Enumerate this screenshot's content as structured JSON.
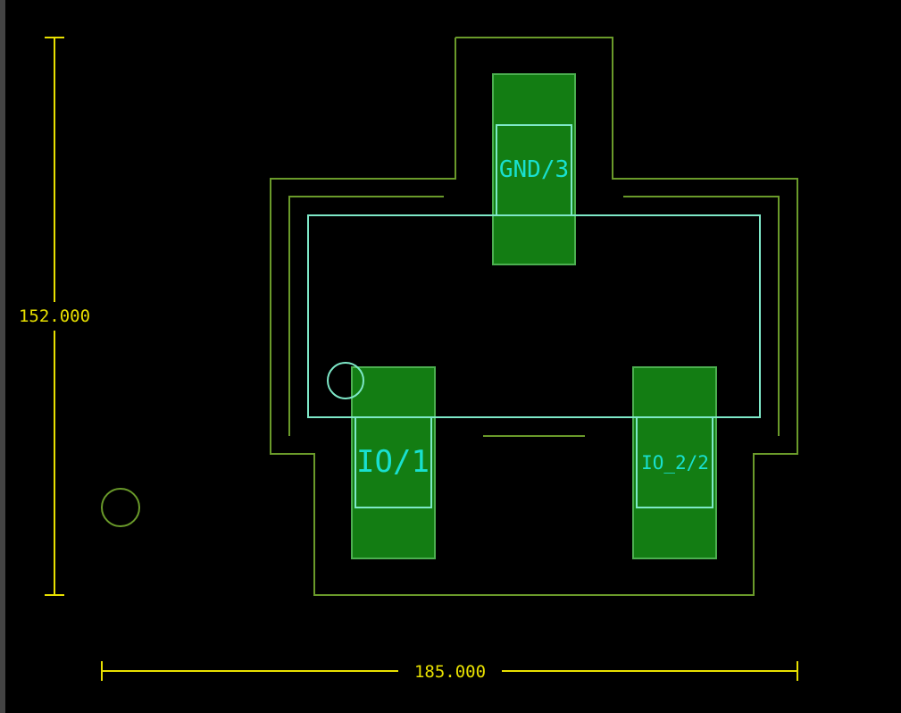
{
  "dimensions": {
    "height": "152.000",
    "width": "185.000"
  },
  "pads": [
    {
      "label": "GND/3"
    },
    {
      "label": "IO/1"
    },
    {
      "label": "IO_2/2"
    }
  ],
  "colors": {
    "background": "#000000",
    "pad_fill": "#137d13",
    "pad_outline": "#4caf50",
    "courtyard": "#6a9a2a",
    "fab_outline": "#7ee8c8",
    "pad_text": "#19e0d0",
    "dimension": "#e8e000"
  }
}
